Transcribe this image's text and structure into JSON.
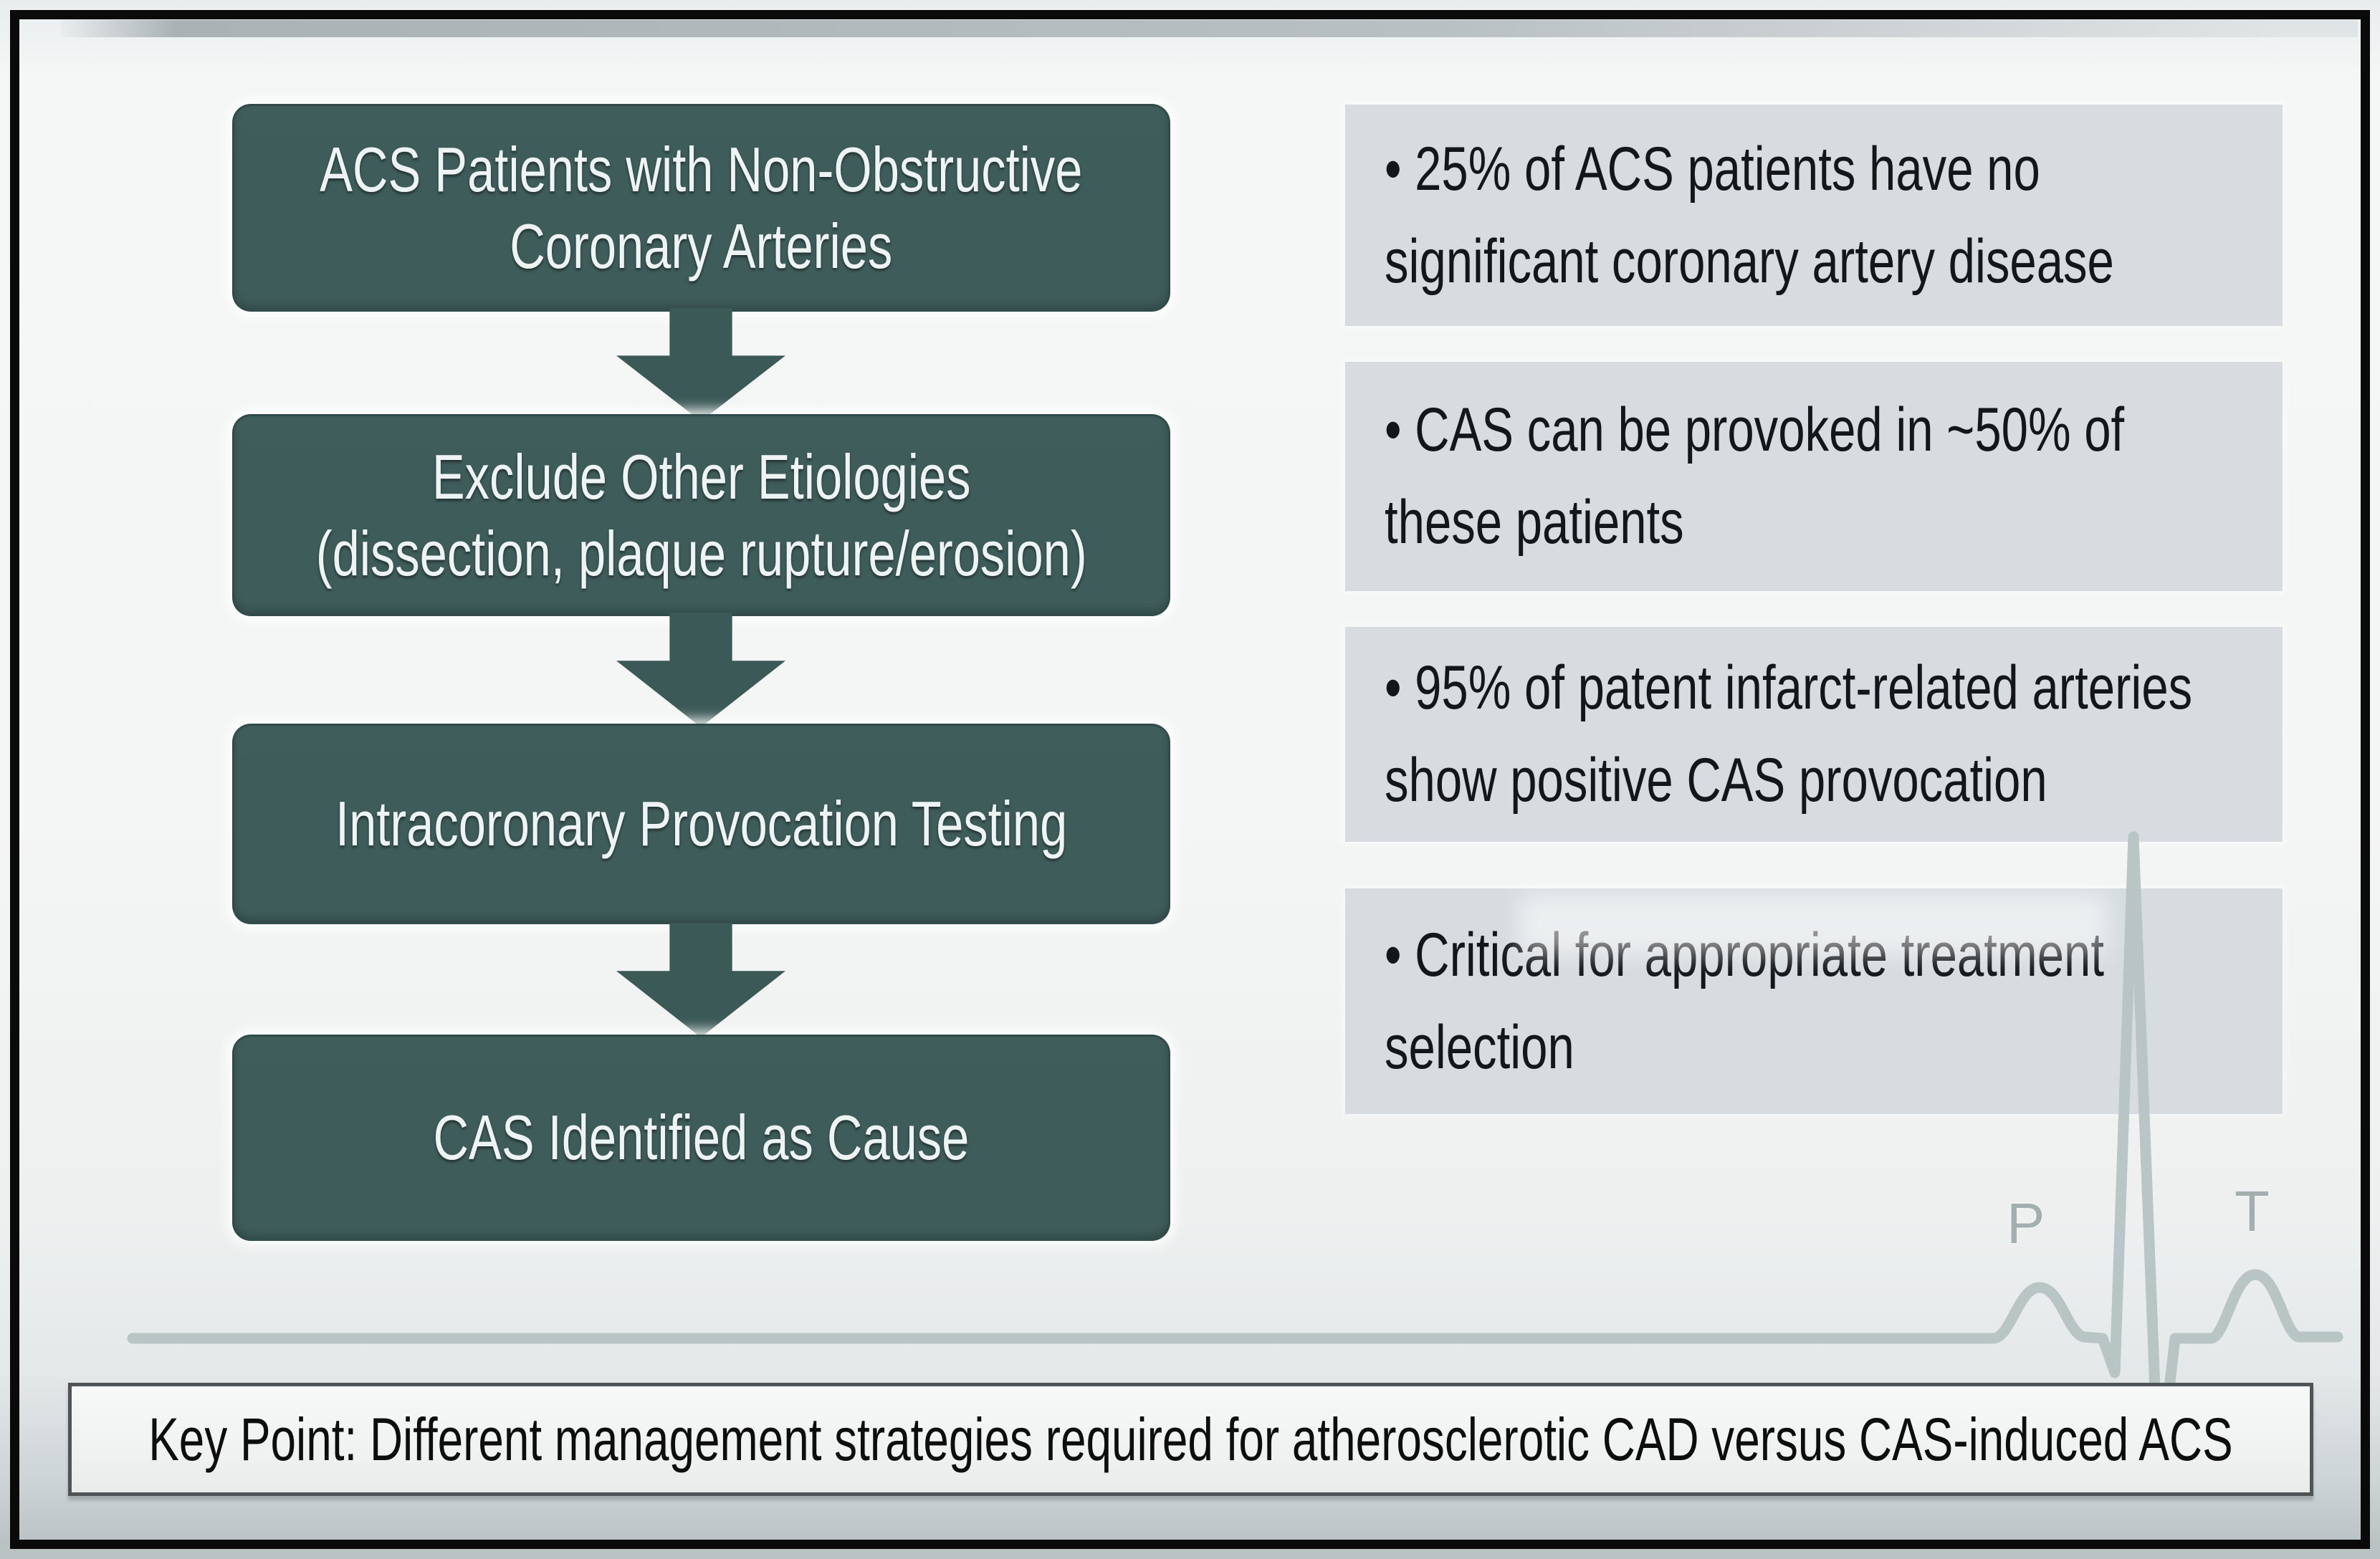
{
  "flowchart": {
    "steps": [
      {
        "lines": [
          "ACS Patients with Non-Obstructive",
          "Coronary Arteries"
        ]
      },
      {
        "lines": [
          "Exclude Other Etiologies",
          "(dissection, plaque rupture/erosion)"
        ]
      },
      {
        "lines": [
          "Intracoronary Provocation Testing"
        ]
      },
      {
        "lines": [
          "CAS Identified as Cause"
        ]
      }
    ]
  },
  "bullets": [
    {
      "lines": [
        "• 25% of ACS patients have no",
        "significant coronary artery disease"
      ]
    },
    {
      "lines": [
        "• CAS can be provoked in ~50% of",
        "these patients"
      ]
    },
    {
      "lines": [
        "• 95% of patent infarct-related arteries",
        "show positive CAS provocation"
      ]
    },
    {
      "lines": [
        "• Critical for appropriate treatment",
        "selection"
      ]
    }
  ],
  "key_point": "Key Point: Different management strategies required for atherosclerotic CAD versus CAS-induced ACS",
  "ecg": {
    "p_label": "P",
    "t_label": "T"
  },
  "colors": {
    "box_teal": "#3e5c5a",
    "arrow_teal": "#3b5957",
    "bullet_bg": "#d6dcdf",
    "ecg_trace": "#b6c2c3",
    "key_border": "#4f5557",
    "frame_border": "#0a0a0a"
  }
}
